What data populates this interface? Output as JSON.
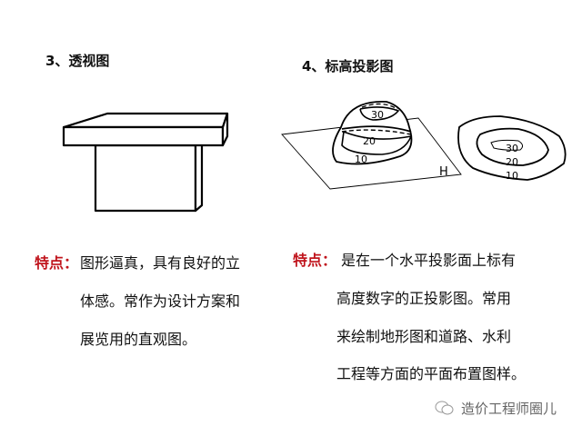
{
  "left": {
    "heading": "3、透视图",
    "feature_label": "特点：",
    "lines": [
      "图形逼真，具有良好的立",
      "体感。常作为设计方案和",
      "展览用的直观图。"
    ]
  },
  "right": {
    "heading": "4、标高投影图",
    "feature_label": "特点：",
    "lines": [
      "是在一个水平投影面上标有",
      "高度数字的正投影图。常用",
      "来绘制地形图和道路、水利",
      "工程等方面的平面布置图样。"
    ],
    "diagram": {
      "labels_3d": [
        "30",
        "20",
        "10"
      ],
      "plane_label": "H",
      "labels_plan": [
        "30",
        "20",
        "10"
      ]
    }
  },
  "watermark": {
    "text": "造价工程师圈儿",
    "icon": "wechat-icon"
  }
}
